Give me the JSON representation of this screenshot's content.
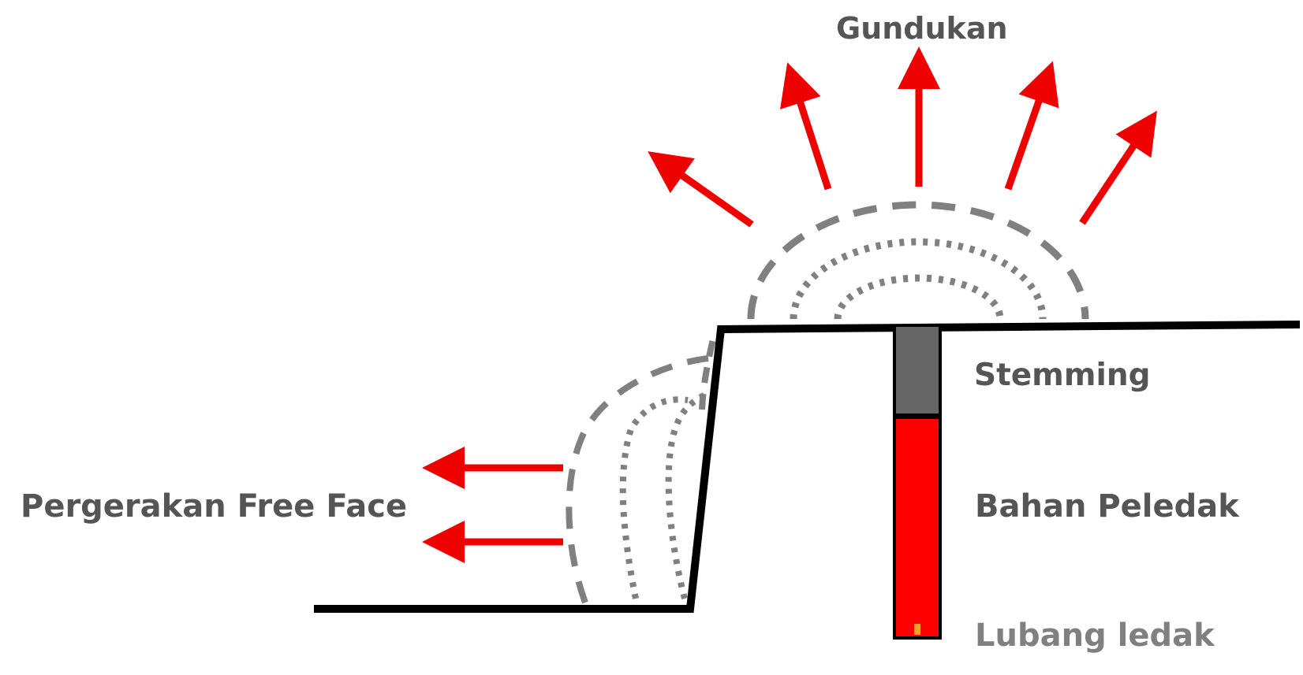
{
  "labels": {
    "gundukan": "Gundukan",
    "stemming": "Stemming",
    "free_face": "Pergerakan Free Face",
    "bahan_peledak": "Bahan Peledak",
    "lubang_ledak": "Lubang ledak"
  },
  "colors": {
    "ground_line": "#000000",
    "arrow": "#ee0000",
    "wave": "#808080",
    "stemming": "#666666",
    "explosive": "#ff0000",
    "detonator": "#f4a020",
    "label_dark": "#555555",
    "label_light": "#808080"
  }
}
